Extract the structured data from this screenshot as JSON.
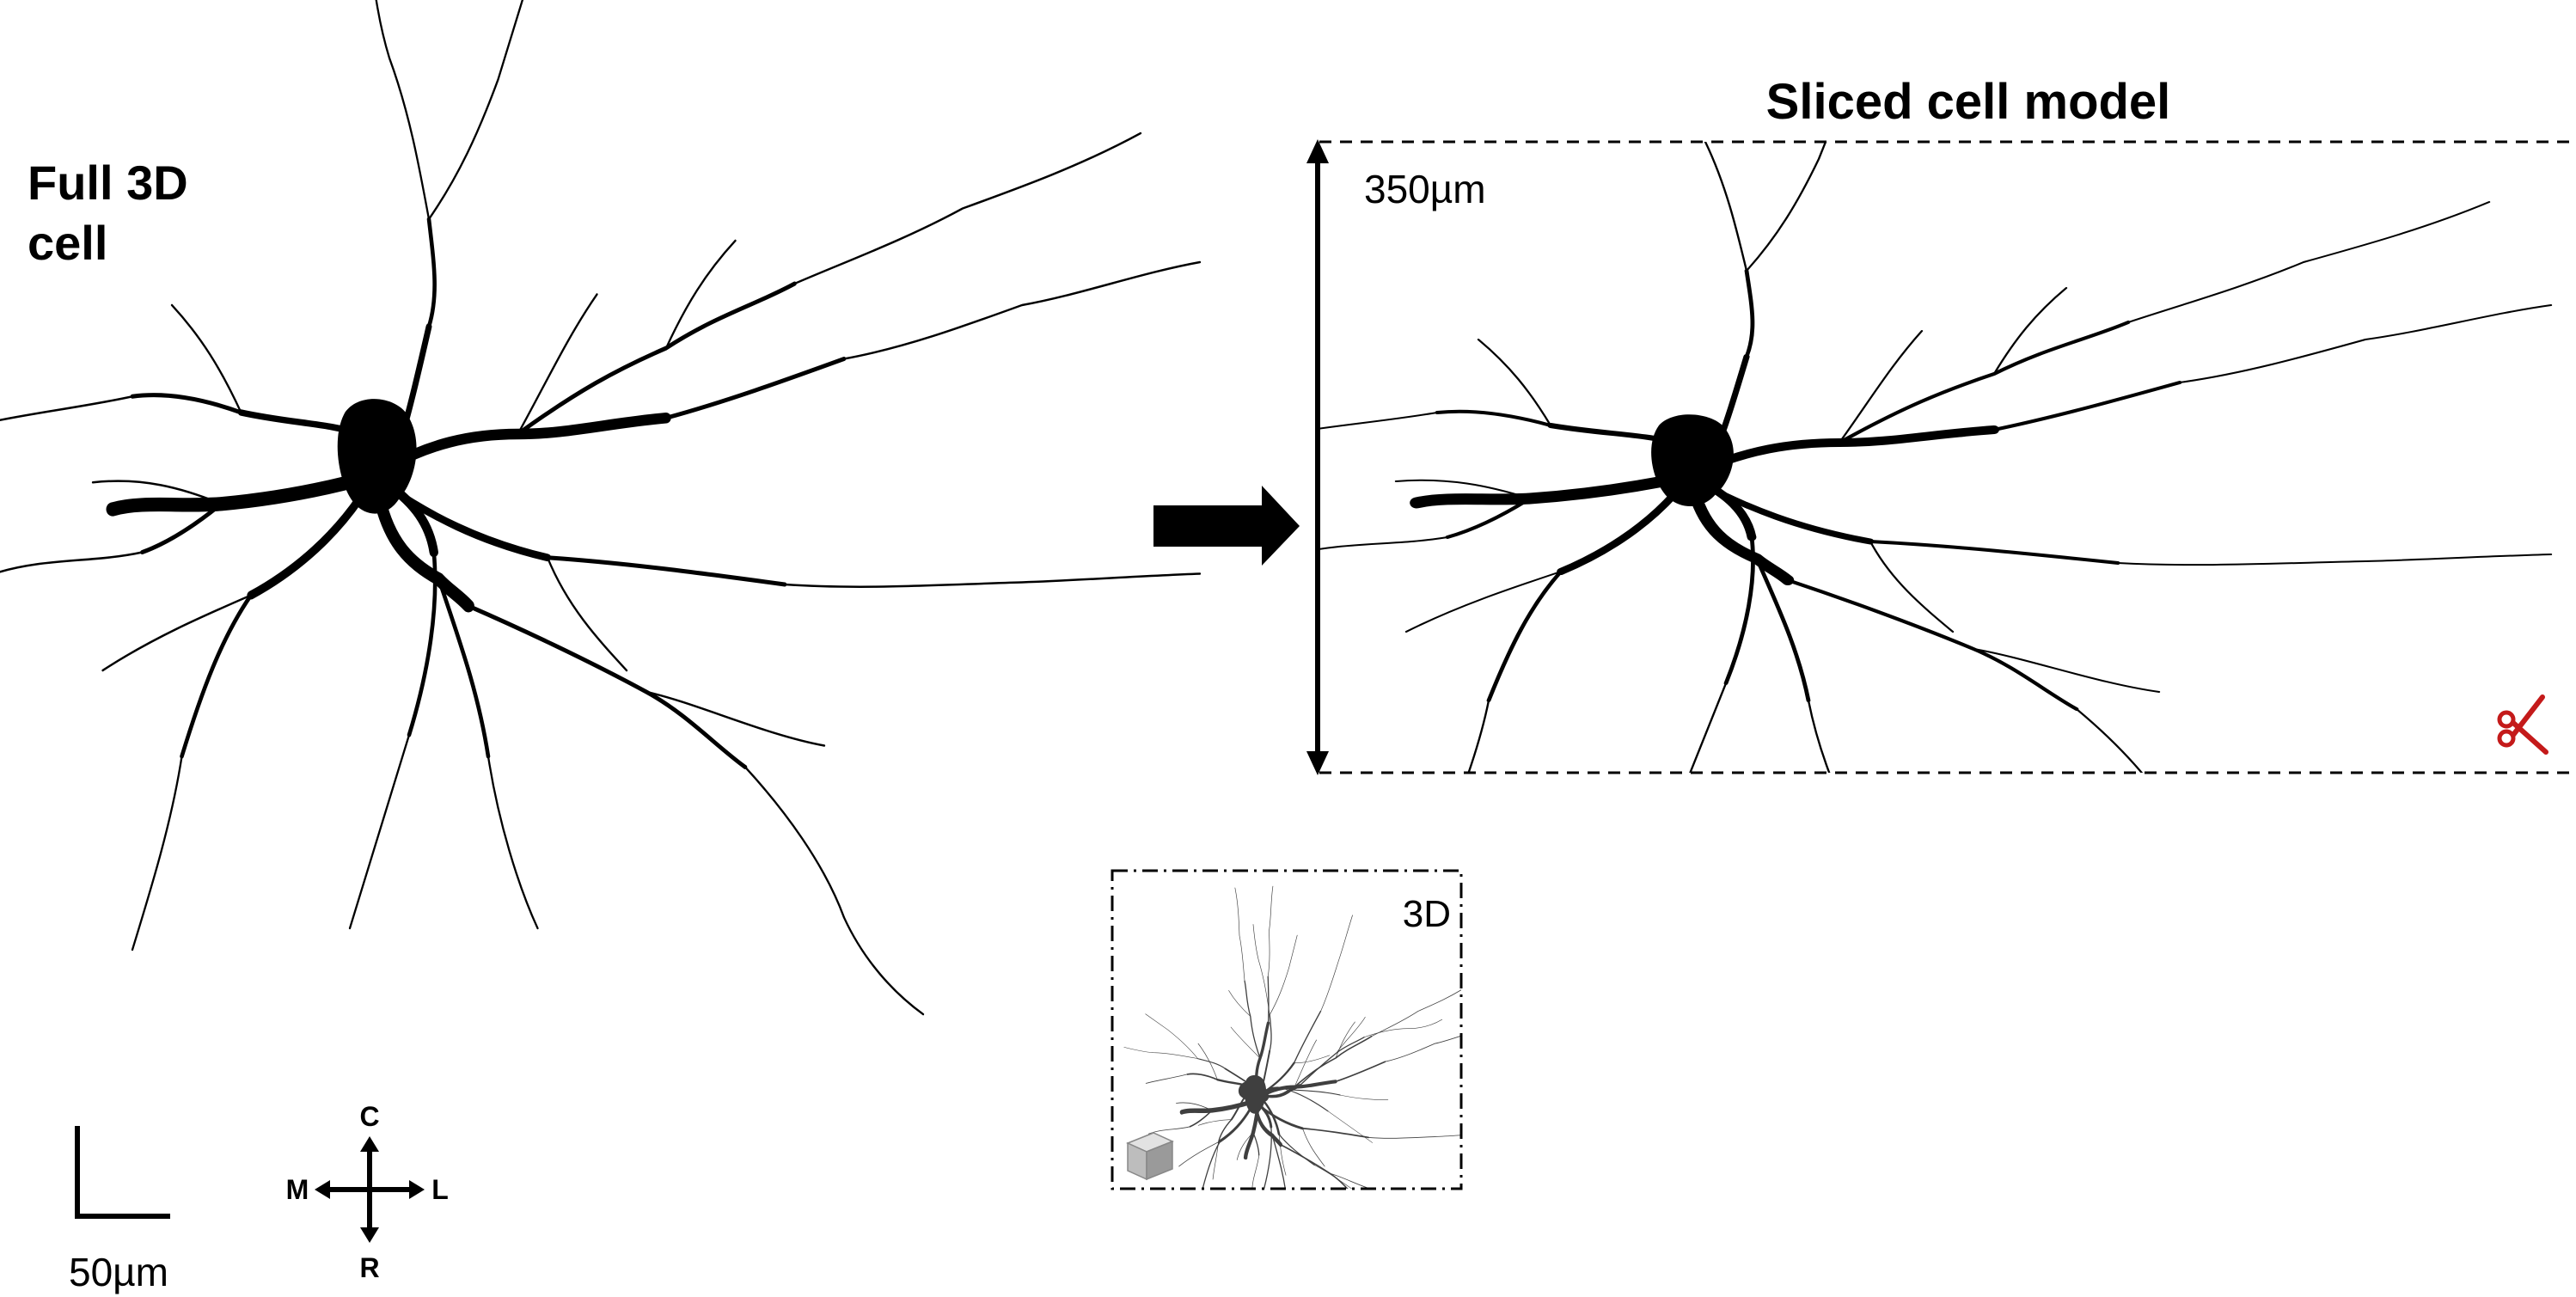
{
  "left_panel": {
    "title_line1": "Full 3D",
    "title_line2": "cell",
    "scale_bar_label": "50µm",
    "compass": {
      "up": "C",
      "down": "R",
      "left": "M",
      "right": "L"
    }
  },
  "right_panel": {
    "title": "Sliced cell model",
    "height_label": "350µm",
    "cut_icon": "scissors-icon"
  },
  "inset": {
    "label": "3D",
    "cube_icon": "cube-icon"
  },
  "colors": {
    "neuron": "#000000",
    "inset_neuron": "#3a4650",
    "scissors": "#c41a1a",
    "dash_border": "#000000"
  }
}
